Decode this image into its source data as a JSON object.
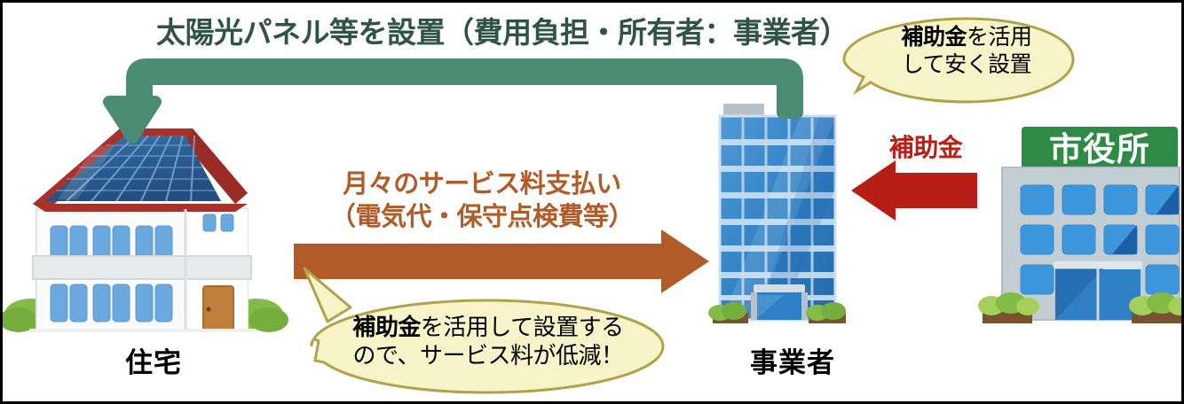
{
  "diagram": {
    "title": "太陽光パネル等を設置（費用負担・所有者：事業者）",
    "service_line1": "月々のサービス料支払い",
    "service_line2": "（電気代・保守点検費等）",
    "subsidy_arrow_label": "補助金",
    "labels": {
      "house": "住宅",
      "operator": "事業者",
      "cityhall_sign": "市役所"
    },
    "bubbles": {
      "top_right": {
        "bold": "補助金",
        "rest_line1": "を活用",
        "line2": "して安く設置"
      },
      "bottom": {
        "bold": "補助金",
        "rest_line1": "を活用して設置する",
        "line2": "ので、サービス料が低減！"
      }
    },
    "colors": {
      "title_green": "#2f5447",
      "arrow_green": "#4d8c74",
      "arrow_orange": "#b05b28",
      "arrow_red": "#b71f16",
      "bubble_fill": "#f8f4c9",
      "bubble_stroke": "#b3a24a",
      "roof_red": "#a8312b",
      "solar_blue": "#2c5f95",
      "tower_blue": "#2f7fc4",
      "cityhall_green": "#2e8b45",
      "cityhall_gray": "#c3cdd4",
      "window_blue": "#3e96dd",
      "bush_green": "#82bb46",
      "soil_brown": "#7a5230",
      "door_brown": "#c07f3c"
    },
    "icons": {
      "green_arrow": "install-flow-arrow-icon",
      "orange_arrow": "service-fee-arrow-icon",
      "red_arrow": "subsidy-arrow-icon"
    }
  }
}
